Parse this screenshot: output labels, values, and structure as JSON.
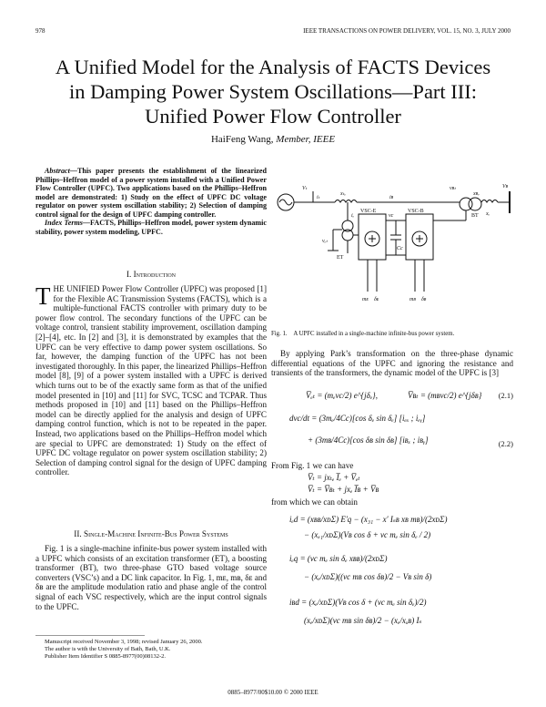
{
  "header": {
    "page_number": "978",
    "journal": "IEEE TRANSACTIONS ON POWER DELIVERY, VOL. 15, NO. 3, JULY 2000"
  },
  "title": {
    "line1": "A Unified Model for the Analysis of FACTS Devices",
    "line2": "in Damping Power System Oscillations—Part III:",
    "line3": "Unified Power Flow Controller"
  },
  "author": {
    "name": "HaiFeng Wang,",
    "role": "Member, IEEE"
  },
  "abstract": {
    "lead": "Abstract—",
    "body": "This paper presents the establishment of the linearized Phillips–Heffron model of a power system installed with a Unified Power Flow Controller (UPFC). Two applications based on the Phillips–Heffron model are demonstrated: 1) Study on the effect of UPFC DC voltage regulator on power system oscillation stability; 2) Selection of damping control signal for the design of UPFC damping controller."
  },
  "index_terms": {
    "lead": "Index Terms—",
    "body": "FACTS, Phillips–Heffron model, power system dynamic stability, power system modeling, UPFC."
  },
  "section1": {
    "heading_num": "I.",
    "heading": "Introduction",
    "dropcap": "T",
    "para1": "HE UNIFIED Power Flow Controller (UPFC) was proposed [1] for the Flexible AC Transmission Systems (FACTS), which is a multiple-functional FACTS controller with primary duty to be power flow control. The secondary functions of the UPFC can be voltage control, transient stability improvement, oscillation damping [2]–[4], etc. In [2] and [3], it is demonstrated by examples that the UPFC can be very effective to damp power system oscillations. So far, however, the damping function of the UPFC has not been investigated thoroughly. In this paper, the linearized Phillips–Heffron model [8], [9] of a power system installed with a UPFC is derived which turns out to be of the exactly same form as that of the unified model presented in [10] and [11] for SVC, TCSC and TCPAR. Thus methods proposed in [10] and [11] based on the Phillips–Heffron model can be directly applied for the analysis and design of UPFC damping control function, which is not to be repeated in the paper. Instead, two applications based on the Phillips–Heffron model which are special to UPFC are demonstrated: 1) Study on the effect of UPFC DC voltage regulator on power system oscillation stability; 2) Selection of damping control signal for the design of UPFC damping controller."
  },
  "section2": {
    "heading_num": "II.",
    "heading": "Single-Machine Infinite-Bus Power Systems",
    "para1": "Fig. 1 is a single-machine infinite-bus power system installed with a UPFC which consists of an excitation transformer (ET), a boosting transformer (BT), two three-phase GTO based voltage source converters (VSC’s) and a DC link capacitor. In Fig. 1, mᴇ, mʙ, δᴇ and δʙ are the amplitude modulation ratio and phase angle of the control signal of each VSC respectively, which are the input control signals to the UPFC."
  },
  "footnotes": {
    "line1": "Manuscript received November 3, 1998; revised January 26, 2000.",
    "line2": "The author is with the University of Bath, Bath, U.K.",
    "line3": "Publisher Item Identifier S 0885-8977(00)08132-2."
  },
  "figure": {
    "caption": "Fig. 1. A UPFC installed in a single-machine infinite-bus power system.",
    "labels": {
      "vt": "Vₜ",
      "it": "iₜ",
      "xte": "xₜₑ",
      "ie": "iₑ",
      "ib": "iʙ",
      "vbt": "vʙₜ",
      "xbv": "xʙᵥ",
      "vb": "Vʙ",
      "xe": "xₑ",
      "vsce": "VSC-E",
      "vscb": "VSC-B",
      "vdc": "v₝c",
      "cdc": "C₝c",
      "et": "ET",
      "bt": "BT",
      "me": "mᴇ",
      "de": "δᴇ",
      "mb": "mʙ",
      "db": "δʙ",
      "xe_lbl": "xₑ",
      "vet": "vₑₜ"
    }
  },
  "right_text": {
    "para1": "By applying Park’s transformation on the three-phase dynamic differential equations of the UPFC and ignoring the resistance and transients of the transformers, the dynamic model of the UPFC is [3]",
    "from_fig": "From Fig. 1 we can have",
    "from_which": "from which we can obtain"
  },
  "equations": {
    "eq21_num": "(2.1)",
    "eq22_num": "(2.2)",
    "eq21_a": "V̅ₑₜ = (mₑv₝c/2) e^{jδₑ},",
    "eq21_b": "V̅ʙₜ = (mʙv₝c/2) e^{jδʙ}",
    "eq22_a": "dv₝c/dt = (3mₑ/4C₝c)[cos δₑ  sin δₑ] [iₑₓ ; iₑᵧ]",
    "eq22_b": "+ (3mʙ/4C₝c)[cos δʙ  sin δʙ] [iʙₓ ; iʙᵧ]",
    "fig_eq1": "V̅ₜ = jxₜₑ I̅ₑ + V̅ₑₜ",
    "fig_eq2": "V̅ₜ = V̅ʙₜ + jxₑ I̅ʙ + V̅ʙ",
    "ied_1": "iₑd = (xʙʙ/xᴅΣ) E′q − (x₃₁ − x₝′ Iₛʙ xʙ mʙ)/(2xᴅΣ)",
    "ied_2": "− (xₓ₁/xᴅΣ)(Vʙ cos δ + v₝c mₑ sin δₑ / 2)",
    "ieq_1": "iₑq = (v₝c mₑ sin δₑ xʙʙ)/(2xᴅΣ)",
    "ieq_2": "− (xₑ/xᴅΣ)((v₝c mʙ cos δʙ)/2 − Vʙ sin δ)",
    "ibd_1": "iʙd = (xₑ/xᴅΣ)(Vʙ cos δ + (v₝c mₑ sin δₑ)/2)",
    "ibd_2": "(xₑ/xᴅΣ)(v₝c mʙ sin δʙ)/2 − (xₑ/xₒʙ) Iₛ"
  },
  "footer": {
    "code": "0885–8977/00$10.00 © 2000 IEEE"
  }
}
